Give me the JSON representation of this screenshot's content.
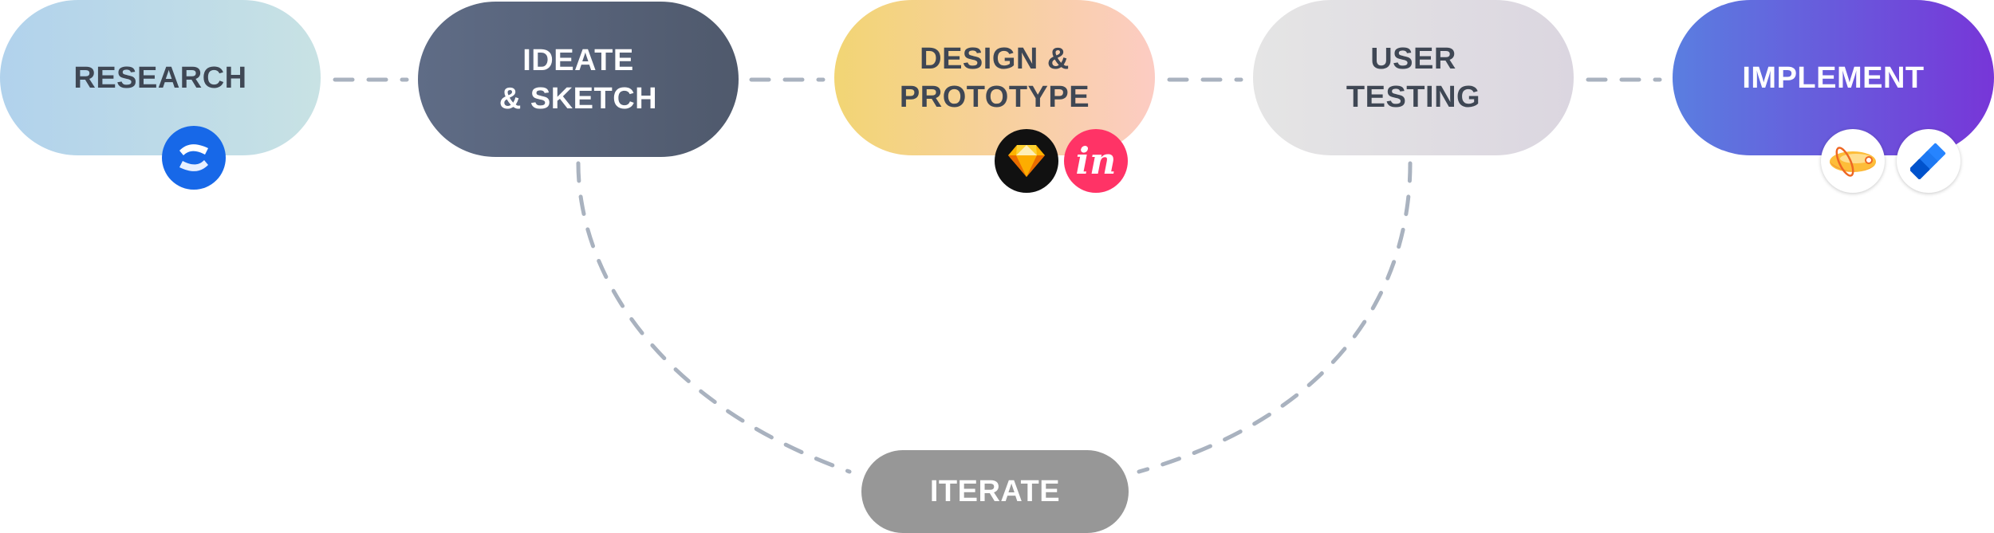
{
  "flow": {
    "steps": [
      {
        "id": "research",
        "lines": [
          "RESEARCH"
        ]
      },
      {
        "id": "ideate",
        "lines": [
          "IDEATE",
          "& SKETCH"
        ]
      },
      {
        "id": "design",
        "lines": [
          "DESIGN &",
          "PROTOTYPE"
        ]
      },
      {
        "id": "testing",
        "lines": [
          "USER",
          "TESTING"
        ]
      },
      {
        "id": "implement",
        "lines": [
          "IMPLEMENT"
        ]
      }
    ],
    "loop": {
      "label": "ITERATE",
      "from": "ideate",
      "to": "testing"
    }
  },
  "tools": {
    "research": [
      "confluence-icon"
    ],
    "design": [
      "sketch-icon",
      "invision-icon"
    ],
    "implement": [
      "zeplin-icon",
      "jira-icon"
    ]
  },
  "invision_glyph": "in",
  "colors": {
    "connector": "#a9b2bf",
    "dark_text": "#3f4754",
    "iterate_fill": "#979797",
    "research_gradient": [
      "#b1d2ec",
      "#c8e2e4"
    ],
    "ideate_gradient": [
      "#5f6c86",
      "#4f596c"
    ],
    "design_gradient": [
      "#f2d574",
      "#fcccc3"
    ],
    "testing_gradient": [
      "#e5e5e5",
      "#dbd6e0"
    ],
    "implement_gradient": [
      "#5a7ee0",
      "#7736d8"
    ],
    "confluence": "#1768e8",
    "sketch_bg": "#111111",
    "invision_bg": "#ff3366",
    "jira": "#2684ff"
  }
}
